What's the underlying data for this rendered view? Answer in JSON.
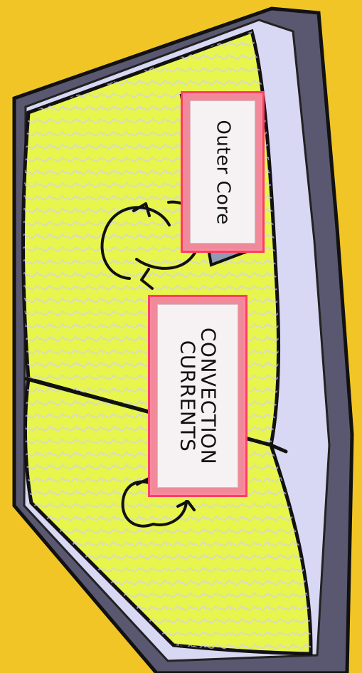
{
  "labels": {
    "outer_core": "Outer Core",
    "convection_line_1": "CONVECTION",
    "convection_line_2": "CURRENTS"
  },
  "colors": {
    "background": "#f2c526",
    "book_page_fill": "#e7f54d",
    "book_cover": "#5a5870",
    "book_outline": "#111111",
    "label_border": "#ff3d63",
    "label_fill": "#f6f1f3"
  },
  "icons": {
    "outer_core_arrows": "circular-arrows-icon",
    "currents_arrows": "circular-arrows-icon"
  }
}
